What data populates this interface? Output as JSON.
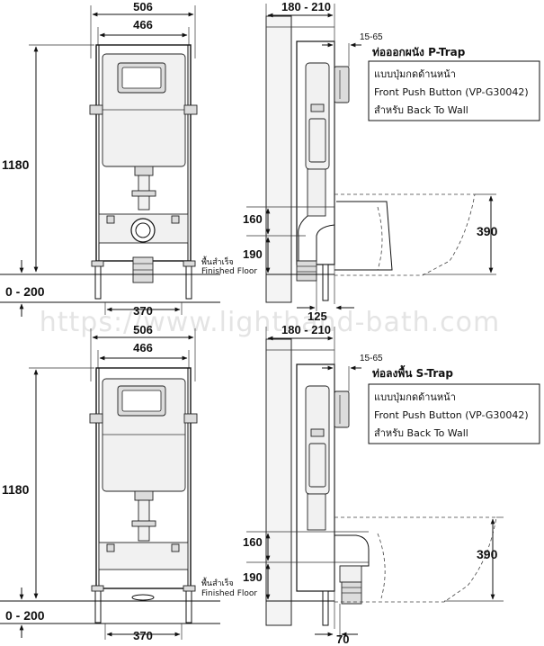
{
  "watermark": "https://www.lighthand-bath.com",
  "front_view": {
    "width_outer": "506",
    "width_inner": "466",
    "height": "1180",
    "floor_range": "0 - 200",
    "foot_spacing": "370",
    "finished_floor_th": "พื้นสำเร็จ",
    "finished_floor_en": "Finished Floor"
  },
  "side_views": [
    {
      "title": "ท่อออกผนัง P-Trap",
      "wall_range": "180 - 210",
      "button_offset": "15-65",
      "note_line1": "แบบปุ่มกดด้านหน้า",
      "note_line2": "Front Push Button (VP-G30042)",
      "note_line3": "สำหรับ Back To Wall",
      "dim_160": "160",
      "dim_190": "190",
      "dim_390": "390",
      "dim_bottom": "125"
    },
    {
      "title": "ท่อลงพื้น S-Trap",
      "wall_range": "180 - 210",
      "button_offset": "15-65",
      "note_line1": "แบบปุ่มกดด้านหน้า",
      "note_line2": "Front Push Button (VP-G30042)",
      "note_line3": "สำหรับ Back To Wall",
      "dim_160": "160",
      "dim_190": "190",
      "dim_390": "390",
      "dim_bottom": "70"
    }
  ]
}
